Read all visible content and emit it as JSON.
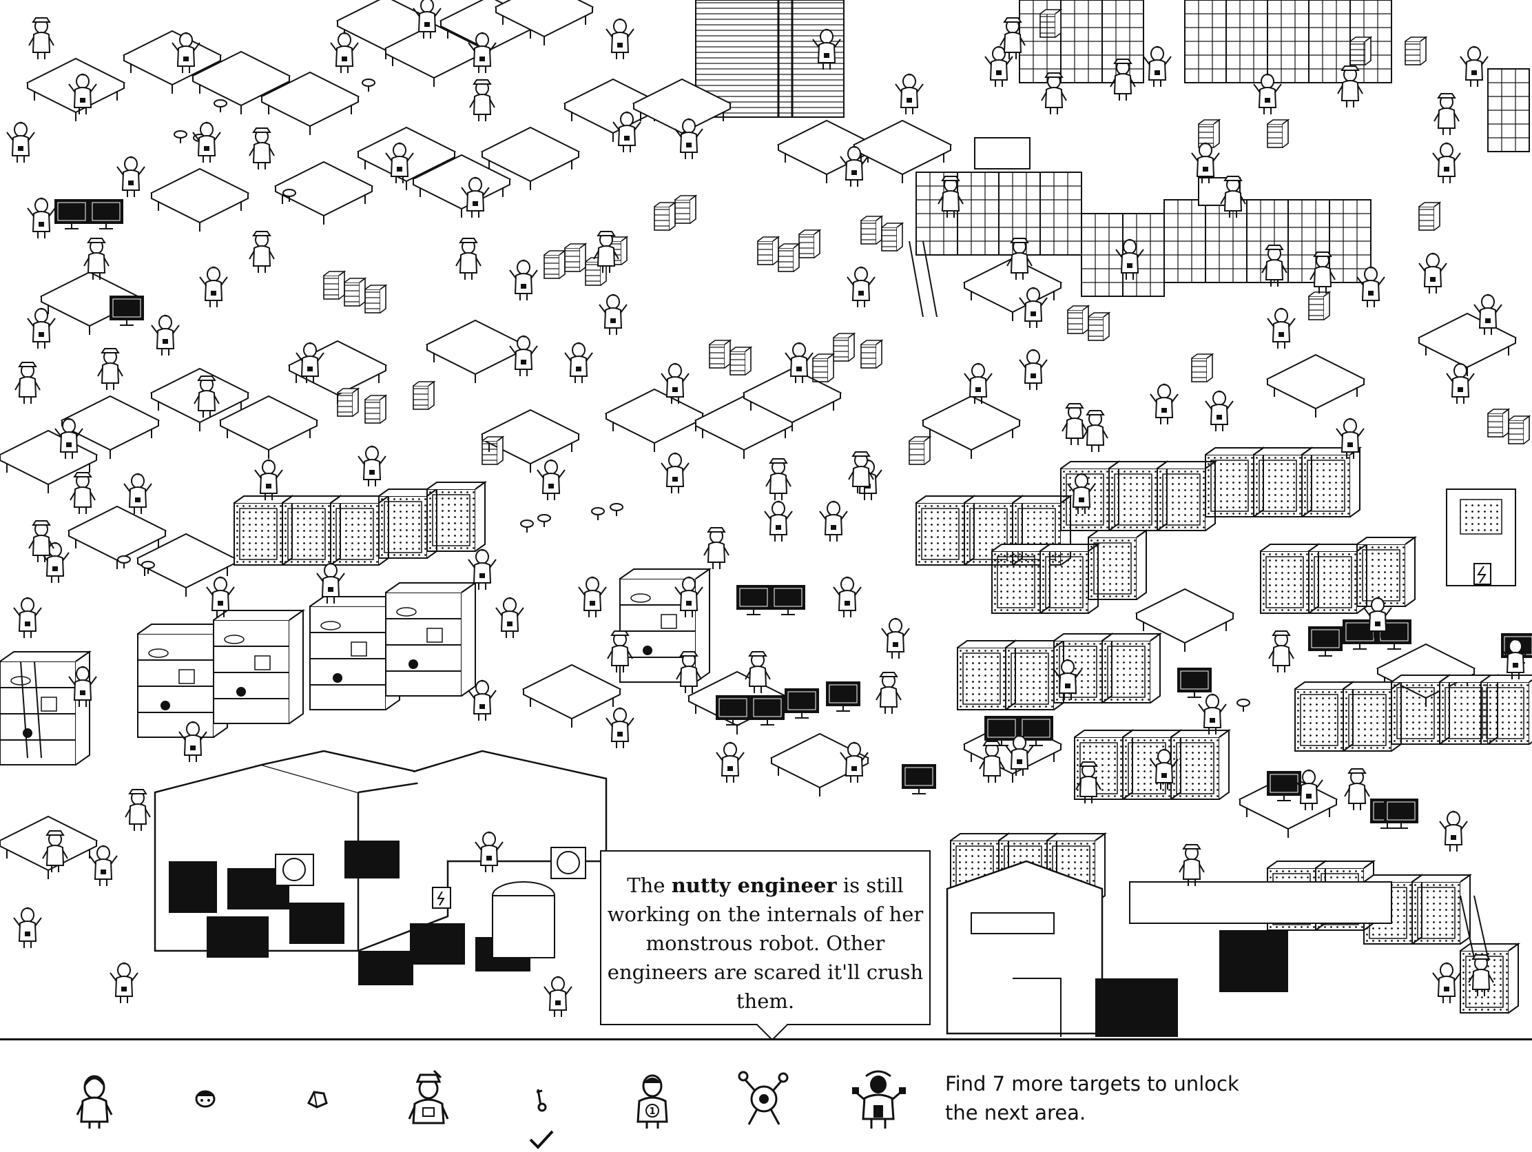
{
  "hint": {
    "text_before": "The ",
    "bold_name": "nutty engineer",
    "text_after": " is still working on the internals of her monstrous robot. Other engineers are scared it'll crush them."
  },
  "status": {
    "text": "Find 7 more targets to unlock the next area."
  },
  "targets": [
    {
      "icon": "person-target-icon",
      "found": false
    },
    {
      "icon": "small-head-target-icon",
      "found": false
    },
    {
      "icon": "small-object-target-icon",
      "found": false
    },
    {
      "icon": "hat-person-target-icon",
      "found": false
    },
    {
      "icon": "tiny-tool-target-icon",
      "found": true
    },
    {
      "icon": "numbered-person-target-icon",
      "badge": "1",
      "found": false
    },
    {
      "icon": "robot-target-icon",
      "found": false
    },
    {
      "icon": "nutty-engineer-target-icon",
      "found": false
    }
  ],
  "colors": {
    "ink": "#111111",
    "paper": "#ffffff"
  }
}
